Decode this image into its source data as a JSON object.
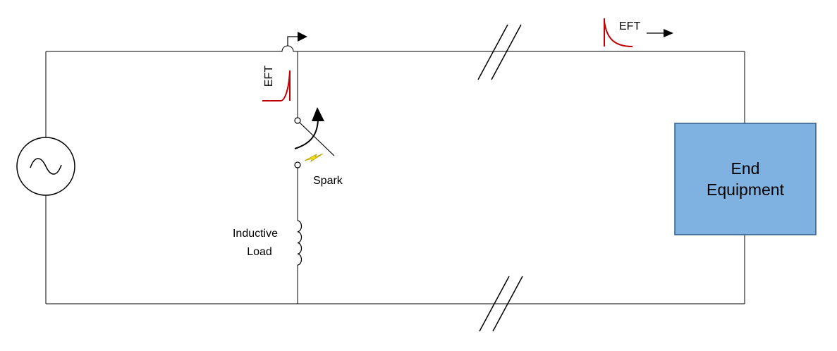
{
  "labels": {
    "eft_branch": "EFT",
    "eft_line": "EFT",
    "spark": "Spark",
    "inductive_line1": "Inductive",
    "inductive_line2": "Load",
    "equipment_line1": "End",
    "equipment_line2": "Equipment"
  },
  "colors": {
    "wire": "#000000",
    "waveform": "#c00000",
    "equipment_fill": "#7fb2e0",
    "equipment_stroke": "#2e5d8c",
    "spark_fill": "#f4e21a"
  }
}
